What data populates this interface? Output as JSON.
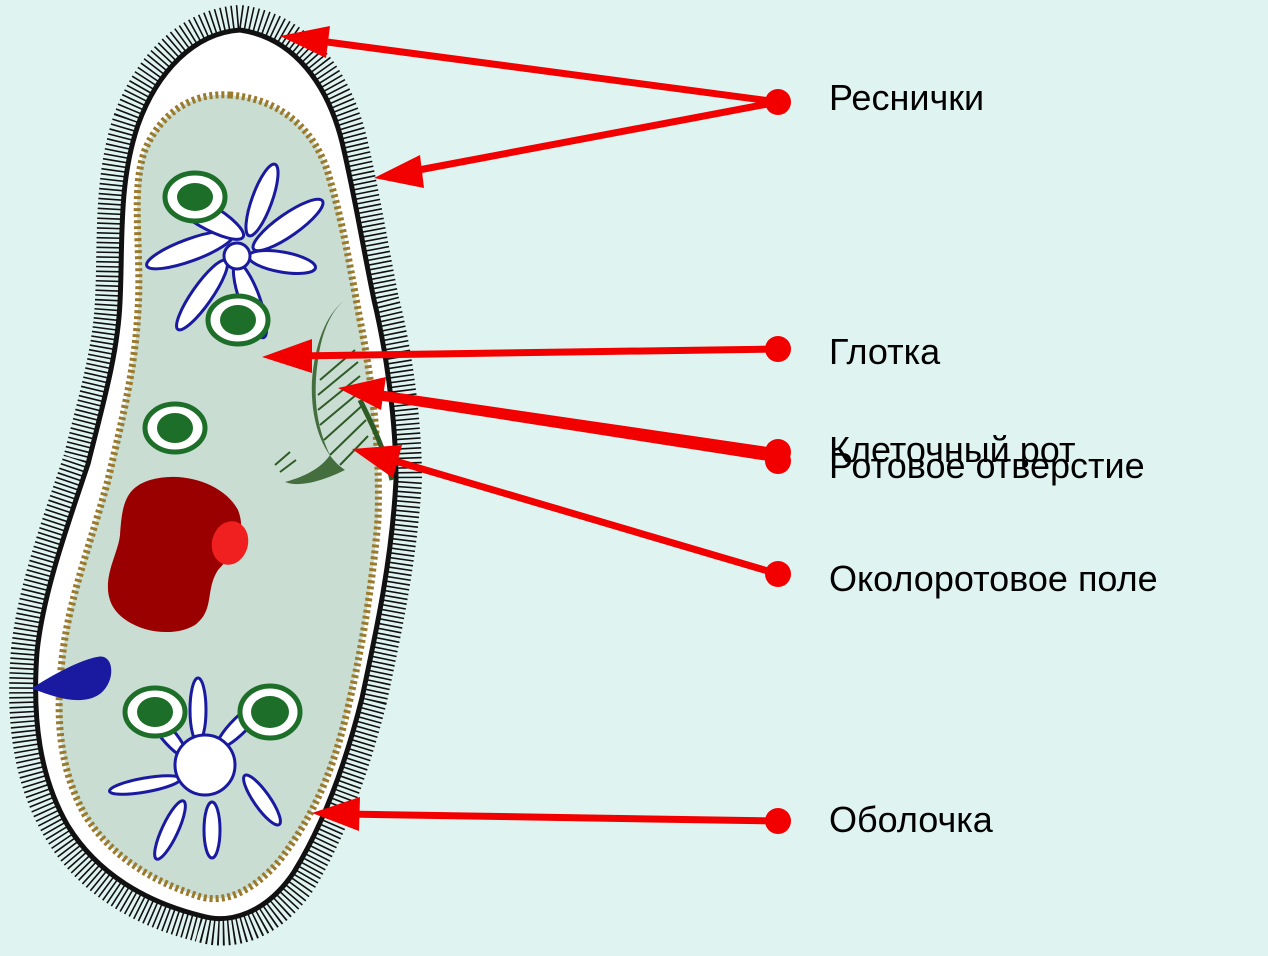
{
  "colors": {
    "background": "#dff4f1",
    "arrow": "#f20000",
    "membrane": "#111111",
    "cytoplasm": "#c9ddd2",
    "granules": "#9a7a2c",
    "macronucleus": "#9b0000",
    "micronucleus": "#f02020",
    "vacuole_outline": "#1a1aa0",
    "food_vacuole": "#1c6e28",
    "oral_groove": "#2e5a25"
  },
  "labels": {
    "cilia": "Реснички",
    "pharynx": "Глотка",
    "cell_mouth": "Клеточный рот",
    "oral_opening": "Ротовое отверстие",
    "peristome": "Околоротовое поле",
    "pellicle": "Оболочка"
  }
}
